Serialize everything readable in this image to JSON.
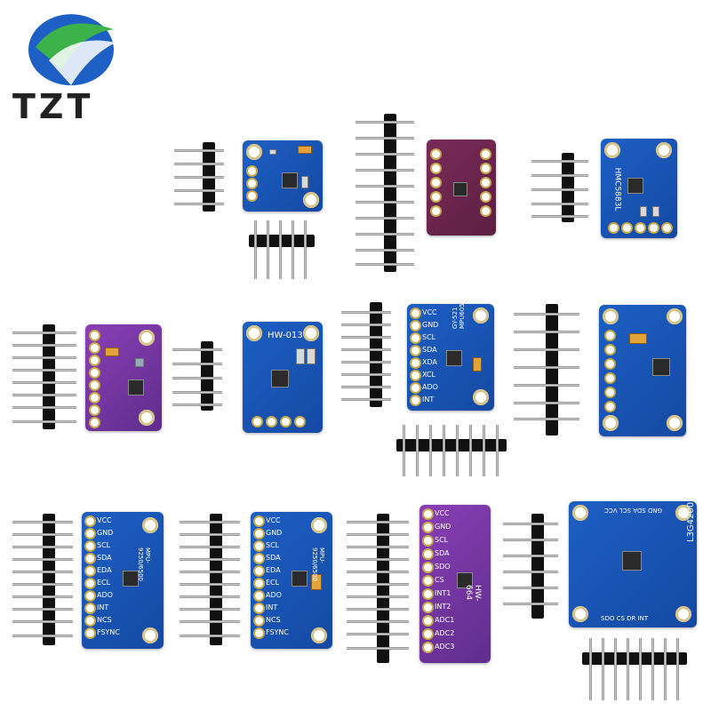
{
  "brand": {
    "logo_text": "TZT",
    "colors": {
      "blue": "#1d5fc4",
      "green": "#3bb34a",
      "dark": "#222222"
    }
  },
  "boards": {
    "hw013": {
      "label": "HW-013"
    },
    "mpu6050": {
      "label": "GY-521 MPU6050",
      "pins": [
        "VCC",
        "GND",
        "SCL",
        "SDA",
        "XDA",
        "XCL",
        "ADO",
        "INT"
      ]
    },
    "mpu9250_a": {
      "label": "MPU-9250/6500",
      "pins": [
        "VCC",
        "GND",
        "SCL",
        "SDA",
        "EDA",
        "ECL",
        "ADO",
        "INT",
        "NCS",
        "FSYNC"
      ]
    },
    "mpu9250_b": {
      "label": "MPU-9250/6500",
      "pins": [
        "VCC",
        "GND",
        "SCL",
        "SDA",
        "EDA",
        "ECL",
        "ADO",
        "INT",
        "NCS",
        "FSYNC"
      ]
    },
    "hw664": {
      "label": "HW-664",
      "pins": [
        "VCC",
        "GND",
        "SCL",
        "SDA",
        "SDO",
        "CS",
        "INT1",
        "INT2",
        "ADC1",
        "ADC2",
        "ADC3"
      ]
    },
    "l3g4200": {
      "label": "L3G4200",
      "top_pins": "GND SDA SCL VCC",
      "bottom_pins": "SDO CS DR INT"
    },
    "hmc5883": {
      "label": "HMC5883L"
    }
  }
}
